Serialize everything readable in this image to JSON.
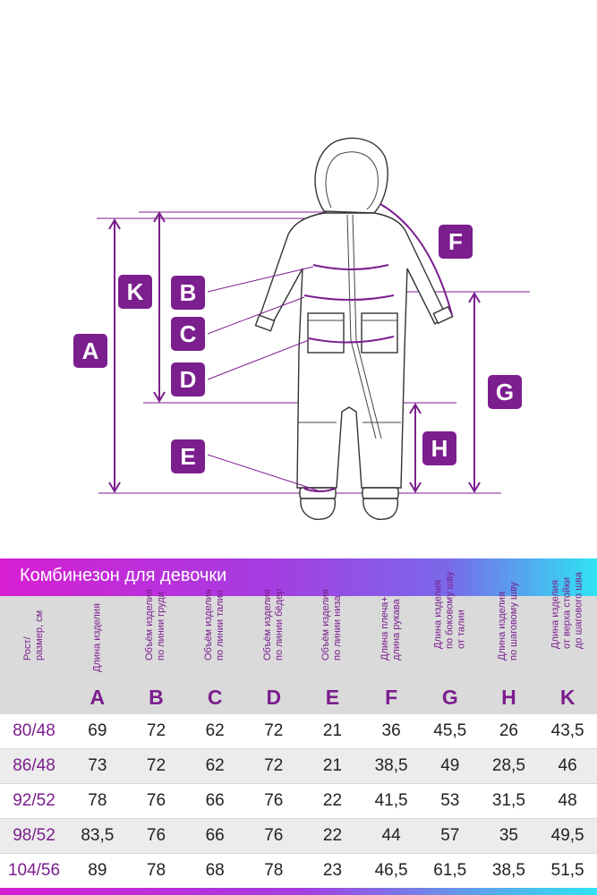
{
  "title": "Комбинезон для девочки",
  "labels": {
    "A": "A",
    "B": "B",
    "C": "C",
    "D": "D",
    "E": "E",
    "F": "F",
    "G": "G",
    "H": "H",
    "K": "K"
  },
  "columns": [
    {
      "desc": "Рост/\nразмер, см",
      "letter": ""
    },
    {
      "desc": "Длина изделия",
      "letter": "A"
    },
    {
      "desc": "Объём изделия\nпо линии груди",
      "letter": "B"
    },
    {
      "desc": "Объём изделия\nпо линии талии",
      "letter": "C"
    },
    {
      "desc": "Объём изделия\nпо линии бёдер",
      "letter": "D"
    },
    {
      "desc": "Объём изделия\nпо линии низа",
      "letter": "E"
    },
    {
      "desc": "Длина плеча+\nдлина рукава",
      "letter": "F"
    },
    {
      "desc": "Длина изделия\nпо боковому шву\nот талии",
      "letter": "G"
    },
    {
      "desc": "Длина изделия\nпо шаговому шву",
      "letter": "H"
    },
    {
      "desc": "Длина изделия\nот верха стойки\nдо шагового шва",
      "letter": "K"
    }
  ],
  "rows": [
    [
      "80/48",
      "69",
      "72",
      "62",
      "72",
      "21",
      "36",
      "45,5",
      "26",
      "43,5"
    ],
    [
      "86/48",
      "73",
      "72",
      "62",
      "72",
      "21",
      "38,5",
      "49",
      "28,5",
      "46"
    ],
    [
      "92/52",
      "78",
      "76",
      "66",
      "76",
      "22",
      "41,5",
      "53",
      "31,5",
      "48"
    ],
    [
      "98/52",
      "83,5",
      "76",
      "66",
      "76",
      "22",
      "44",
      "57",
      "35",
      "49,5"
    ],
    [
      "104/56",
      "89",
      "78",
      "68",
      "78",
      "23",
      "46,5",
      "61,5",
      "38,5",
      "51,5"
    ]
  ]
}
